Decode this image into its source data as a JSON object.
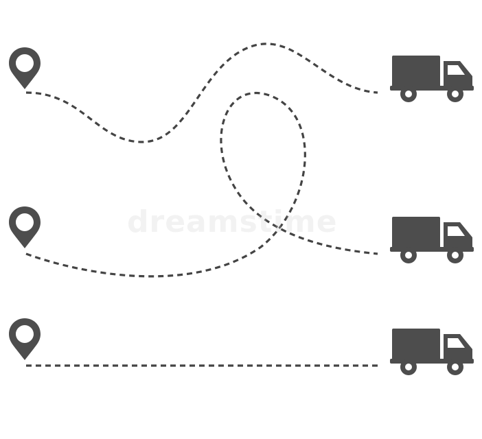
{
  "colors": {
    "icon": "#4d4d4d",
    "route": "#444444",
    "background": "#ffffff",
    "watermark": "#c8c8c8"
  },
  "icons": {
    "start": "map-pin-icon",
    "end": "delivery-truck-icon"
  },
  "routes": [
    {
      "name": "winding-route",
      "style": "dashed"
    },
    {
      "name": "loop-route",
      "style": "dashed"
    },
    {
      "name": "straight-route",
      "style": "dashed"
    }
  ],
  "watermark": {
    "text": "dreamstime"
  }
}
